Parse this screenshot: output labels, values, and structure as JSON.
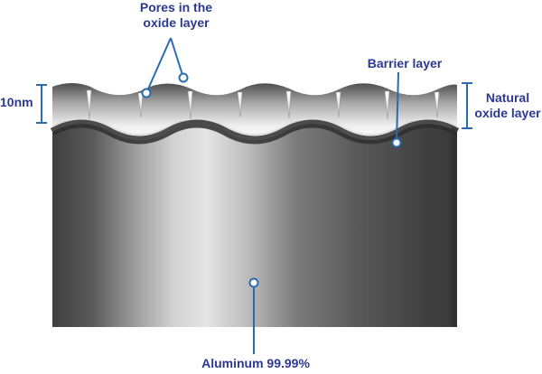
{
  "labels": {
    "pores_line1": "Pores in the",
    "pores_line2": "oxide layer",
    "barrier": "Barrier layer",
    "natural_line1": "Natural",
    "natural_line2": "oxide layer",
    "thickness": "10nm",
    "aluminum": "Aluminum 99.99%"
  },
  "colors": {
    "annotation": "#2b3990",
    "annotation_line": "#2b6cb0"
  }
}
